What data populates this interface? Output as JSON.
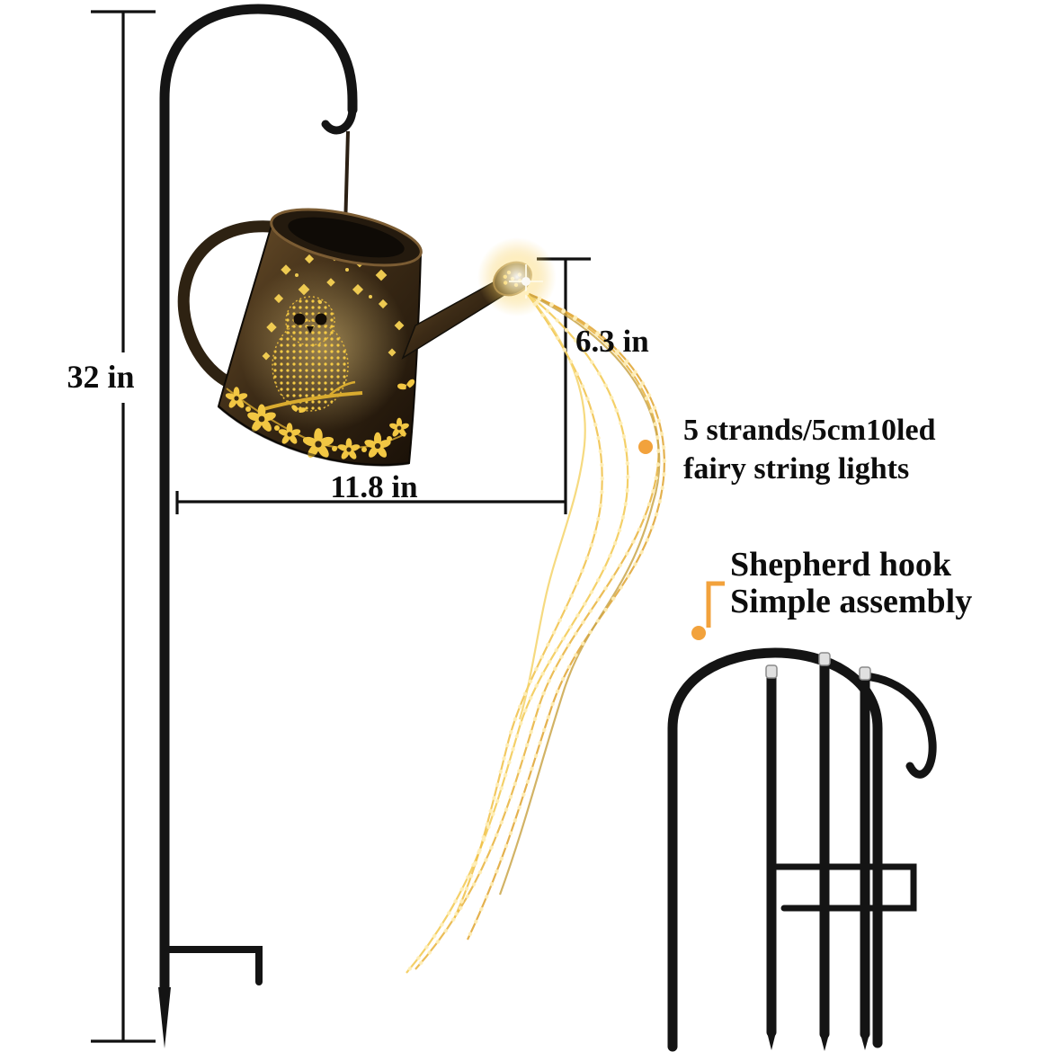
{
  "dimensions": {
    "height_label": "32 in",
    "width_label": "11.8 in",
    "spout_label": "6.3 in"
  },
  "annotations": {
    "lights_line1": "5 strands/5cm10led",
    "lights_line2": "fairy string lights",
    "hook_line1": "Shepherd hook",
    "hook_line2": "Simple assembly"
  },
  "colors": {
    "text": "#0d0d0d",
    "accent_orange": "#f2a23c",
    "light_gold": "#f3c64a",
    "metal_black": "#141414",
    "bronze": "#3c2b16",
    "background": "#ffffff"
  }
}
